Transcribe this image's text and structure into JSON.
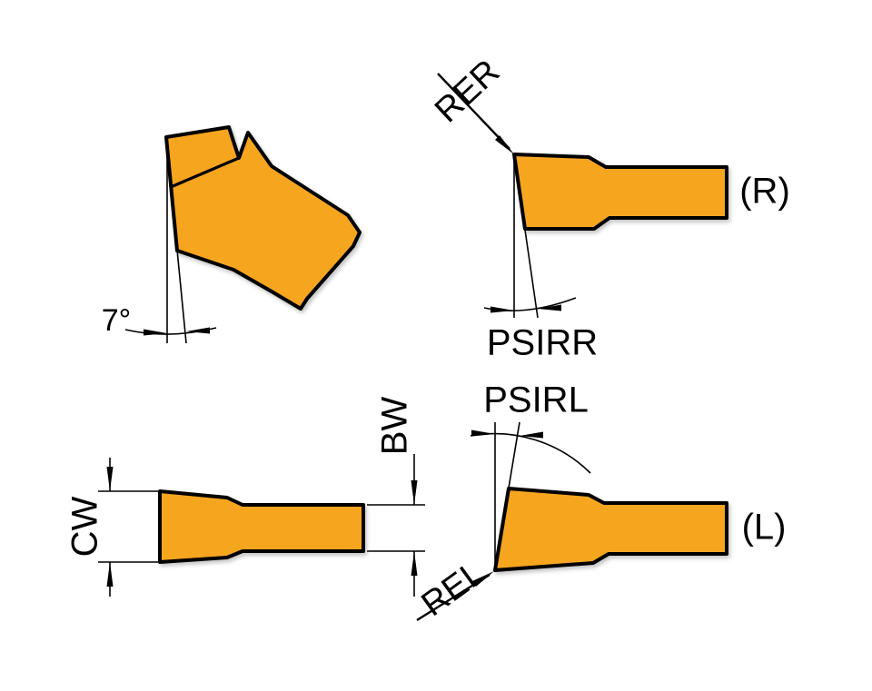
{
  "colors": {
    "insert_fill": "#F6A51F",
    "line": "#000000",
    "background": "#FFFFFF"
  },
  "views": {
    "iso": {
      "clearance_angle_label": "7°"
    },
    "right_hand": {
      "corner_radius_label": "RER",
      "hand_label": "(R)",
      "lead_angle_label": "PSIRR"
    },
    "left_hand": {
      "corner_radius_label": "REL",
      "hand_label": "(L)",
      "lead_angle_label": "PSIRL"
    },
    "front": {
      "cutting_width_label": "CW",
      "body_width_label": "BW"
    }
  }
}
